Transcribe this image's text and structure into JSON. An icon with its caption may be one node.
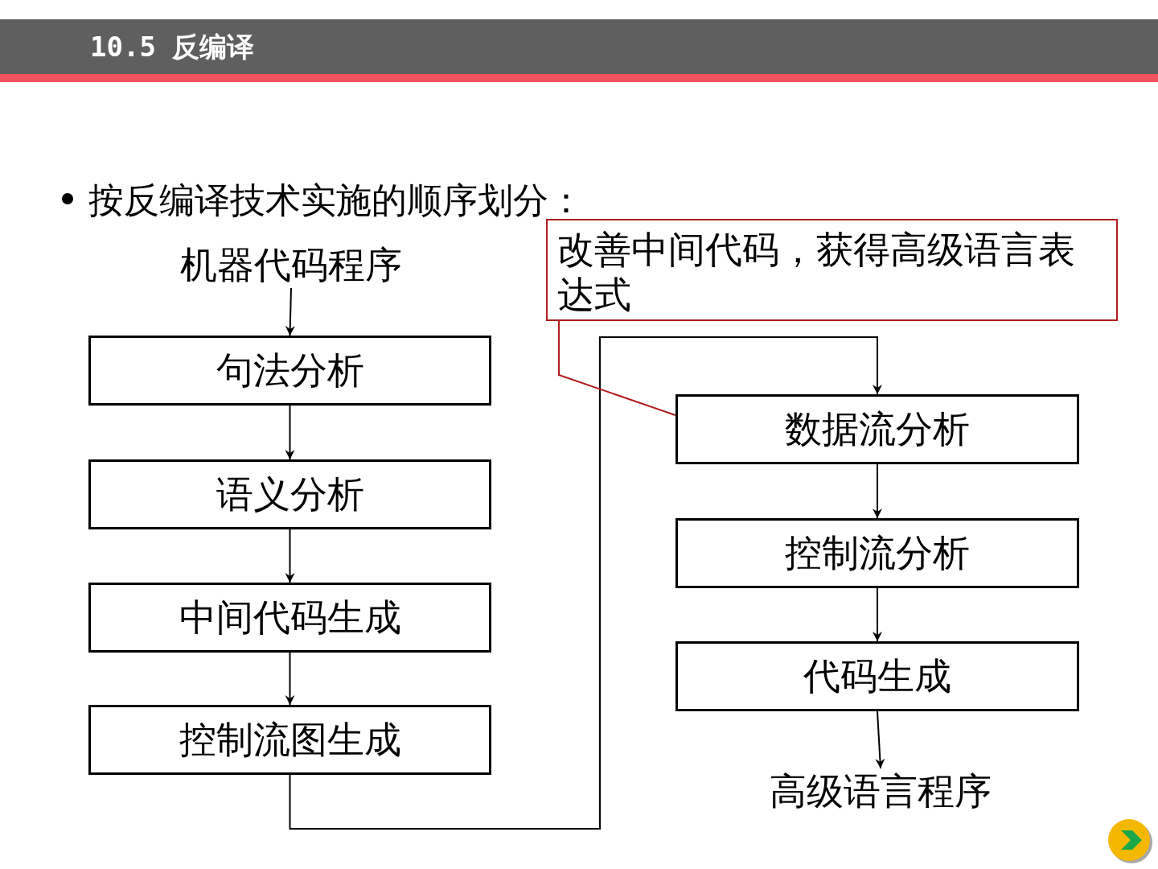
{
  "diagram": {
    "title": "10.5 反编译",
    "nodes": [
      {
        "text": [
          "机器代码程序"
        ]
      },
      {
        "text": [
          "句法分析"
        ]
      },
      {
        "text": [
          "语义分析"
        ]
      },
      {
        "text": [
          "中间代码生成"
        ]
      },
      {
        "text": [
          "控制流图生成"
        ]
      },
      {
        "text": [
          "数据流分析"
        ]
      },
      {
        "text": [
          "控制流分析"
        ]
      },
      {
        "text": [
          "代码生成"
        ]
      },
      {
        "text": [
          "高级语言程序"
        ]
      },
      {
        "text": [
          "改善中间代码，获得高级语言表达式"
        ]
      }
    ],
    "edges": [
      {
        "from": 0,
        "to": 1,
        "arrow": "to"
      },
      {
        "from": 1,
        "to": 2,
        "arrow": "to"
      },
      {
        "from": 2,
        "to": 3,
        "arrow": "to"
      },
      {
        "from": 3,
        "to": 4,
        "arrow": "to"
      },
      {
        "from": 4,
        "to": 5,
        "arrow": "to"
      },
      {
        "from": 5,
        "to": 6,
        "arrow": "to"
      },
      {
        "from": 6,
        "to": 7,
        "arrow": "to"
      },
      {
        "from": 7,
        "to": 8,
        "arrow": "to"
      },
      {
        "from": 9,
        "to": 5,
        "arrow": "none",
        "color": "#b01c1c"
      }
    ],
    "labels": [
      "按反编译技术实施的顺序划分："
    ]
  }
}
